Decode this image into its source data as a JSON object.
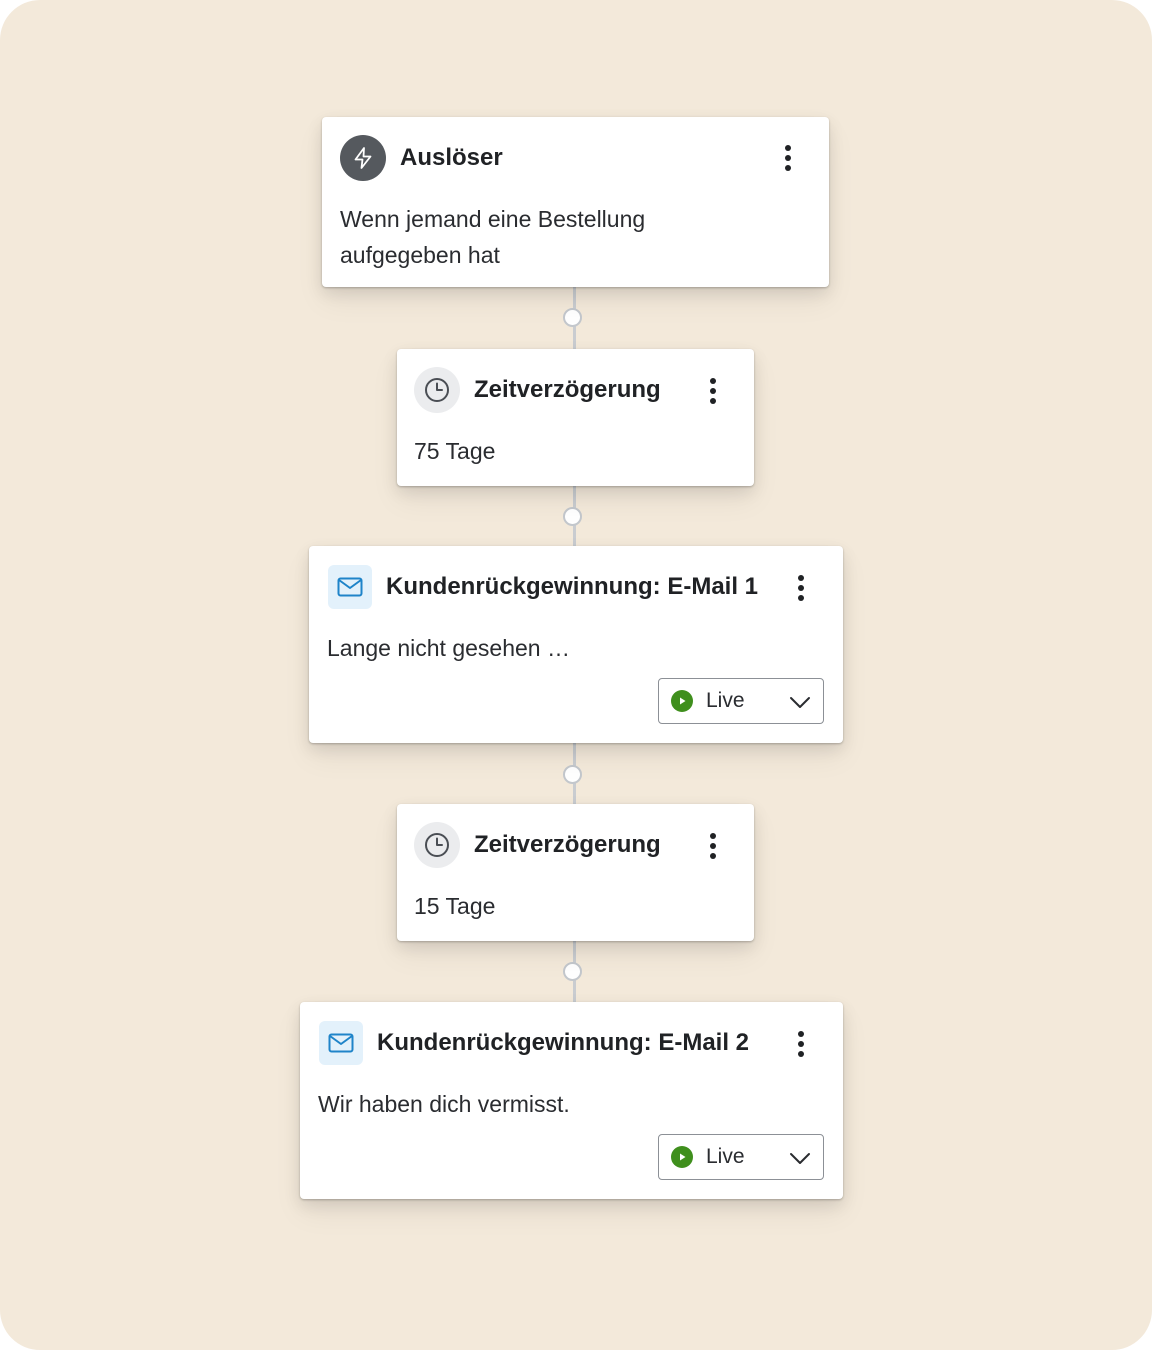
{
  "workflow": {
    "trigger": {
      "title": "Auslöser",
      "icon": "lightning-icon",
      "description": "Wenn jemand eine Bestellung aufgegeben hat"
    },
    "delay_1": {
      "title": "Zeitverzögerung",
      "icon": "clock-icon",
      "description": "75 Tage"
    },
    "email_1": {
      "title": "Kundenrückgewinnung: E-Mail 1",
      "icon": "envelope-icon",
      "description": "Lange nicht gesehen …",
      "status": "Live"
    },
    "delay_2": {
      "title": "Zeitverzögerung",
      "icon": "clock-icon",
      "description": "15 Tage"
    },
    "email_2": {
      "title": "Kundenrückgewinnung: E-Mail 2",
      "icon": "envelope-icon",
      "description": "Wir haben dich vermisst.",
      "status": "Live"
    }
  },
  "colors": {
    "background": "#f3e9da",
    "card": "#ffffff",
    "live_green": "#3f8f1d",
    "mail_blue": "#1f84c9",
    "connector": "#c9ccd0"
  }
}
